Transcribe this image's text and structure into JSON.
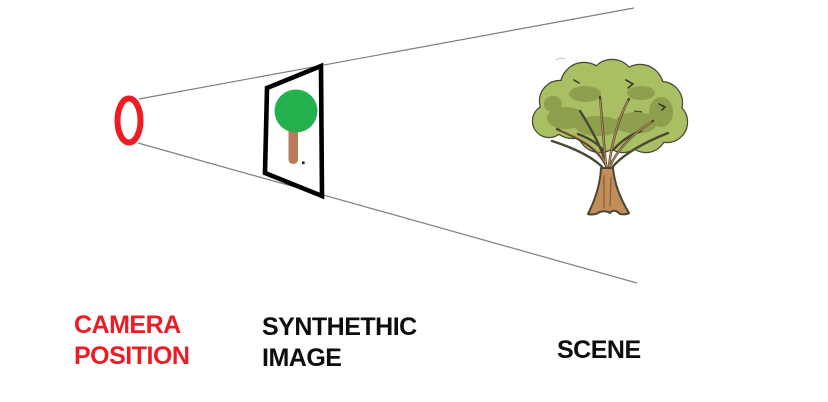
{
  "labels": {
    "camera": {
      "line1": "CAMERA",
      "line2": "POSITION"
    },
    "synthetic": {
      "line1": "SYNTHETHIC",
      "line2": "IMAGE"
    },
    "scene": {
      "text": "SCENE"
    }
  },
  "colors": {
    "camera_red": "#ED1C24",
    "label_black": "#0d0d0d",
    "line_gray": "#7f7f7f",
    "frame_black": "#000000",
    "thumb_green": "#22B14C",
    "thumb_trunk": "#B97A57",
    "tree_foliage_light": "#A9BF63",
    "tree_foliage_shade": "#8E9F4D",
    "tree_outline": "#4A4733",
    "tree_trunk": "#C18D58"
  },
  "icons": {
    "camera_aperture": "red-ellipse-outline",
    "view_frustum": "two-diverging-gray-lines",
    "image_plane": "black-trapezoid-frame",
    "synthetic_tree_thumbnail": "green-circle-with-brown-trunk",
    "scene_tree": "clipart-tree"
  }
}
